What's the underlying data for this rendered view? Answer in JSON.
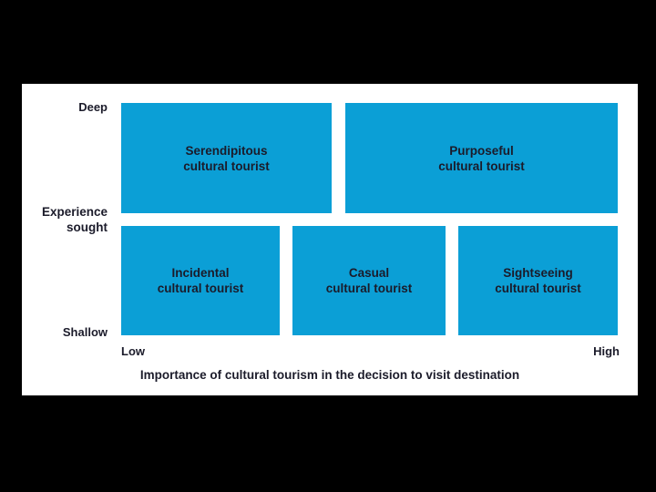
{
  "diagram": {
    "box_color": "#0b9fd6",
    "y_axis": {
      "top_label": "Deep",
      "bottom_label": "Shallow",
      "title_line1": "Experience",
      "title_line2": "sought"
    },
    "x_axis": {
      "left_label": "Low",
      "right_label": "High",
      "title": "Importance of cultural tourism in the decision to visit destination"
    },
    "boxes": [
      {
        "line1": "Serendipitous",
        "line2": "cultural tourist"
      },
      {
        "line1": "Purposeful",
        "line2": "cultural tourist"
      },
      {
        "line1": "Incidental",
        "line2": "cultural tourist"
      },
      {
        "line1": "Casual",
        "line2": "cultural tourist"
      },
      {
        "line1": "Sightseeing",
        "line2": "cultural tourist"
      }
    ]
  }
}
